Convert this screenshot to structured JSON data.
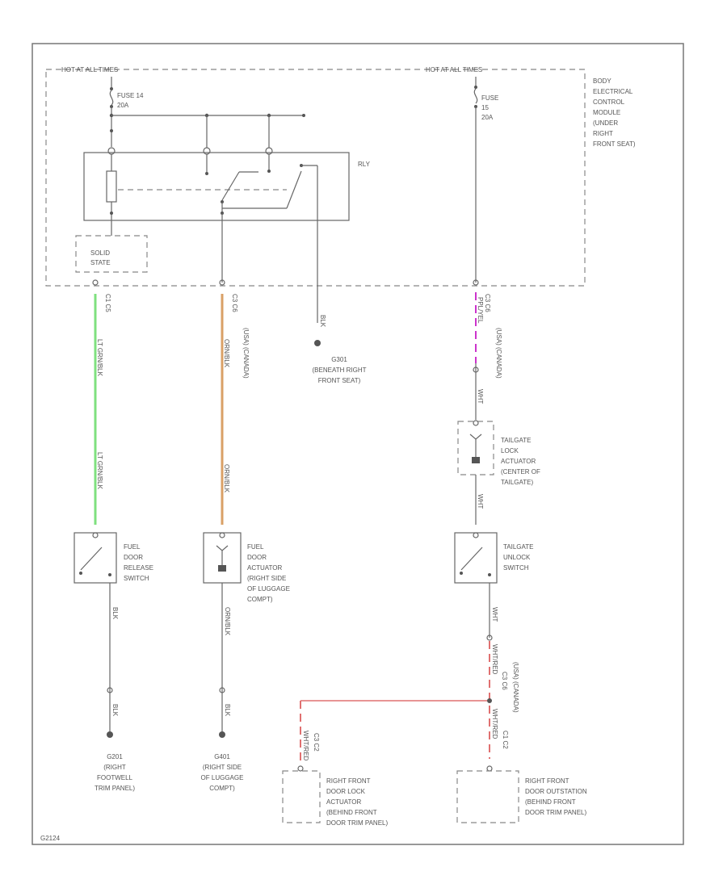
{
  "header": {
    "hot_left": "HOT AT ALL TIMES",
    "hot_right": "HOT AT ALL TIMES"
  },
  "module": {
    "label": [
      "BODY",
      "ELECTRICAL",
      "CONTROL",
      "MODULE",
      "(UNDER",
      "RIGHT",
      "FRONT SEAT)"
    ]
  },
  "fuses": {
    "left": [
      "FUSE 14",
      "20A"
    ],
    "right": [
      "FUSE",
      "15",
      "20A"
    ]
  },
  "relay": {
    "label": "RLY"
  },
  "solid_state": {
    "label": [
      "SOLID",
      "STATE"
    ]
  },
  "wires": {
    "w1_connector": "C1 C5",
    "w1_color": "LT GRN/BLK",
    "w1_color2": "LT GRN/BLK",
    "w2_connector": "C3 C6",
    "w2_color": "ORN/BLK",
    "w2_code": "(USA) (CANADA)",
    "w2_color2": "ORN/BLK",
    "w3_color": "BLK",
    "w4_connector": "C3 C6",
    "w4_color": "PPL/YEL",
    "w4_code": "(USA) (CANADA)",
    "w4_color2": "WHT",
    "w4_color3": "WHT",
    "w5_color": "BLK",
    "w6_color": "ORN/BLK",
    "w7_color": "WHT",
    "w7_color2": "WHT/RED",
    "w7_connector": "C3 C6",
    "w7_code": "(USA) (CANADA)",
    "w8_color": "WHT/RED",
    "w8_connector": "C3 C2",
    "w9_color": "WHT/RED",
    "w9_connector": "C1 C2",
    "w5_color2": "BLK",
    "w6_color2": "BLK"
  },
  "grounds": {
    "g1": [
      "G301",
      "(BENEATH RIGHT",
      "FRONT SEAT)"
    ],
    "g2": [
      "G201",
      "(RIGHT",
      "FOOTWELL",
      "TRIM PANEL)"
    ],
    "g3": [
      "G401",
      "(RIGHT SIDE",
      "OF LUGGAGE",
      "COMPT)"
    ]
  },
  "components": {
    "tailgate_actuator": [
      "TAILGATE",
      "LOCK",
      "ACTUATOR",
      "(CENTER OF",
      "TAILGATE)"
    ],
    "fuel_release_switch": [
      "FUEL",
      "DOOR",
      "RELEASE",
      "SWITCH"
    ],
    "fuel_actuator": [
      "FUEL",
      "DOOR",
      "ACTUATOR",
      "(RIGHT SIDE",
      "OF LUGGAGE",
      "COMPT)"
    ],
    "tailgate_switch": [
      "TAILGATE",
      "UNLOCK",
      "SWITCH"
    ],
    "rf_lock_actuator": [
      "RIGHT FRONT",
      "DOOR LOCK",
      "ACTUATOR",
      "(BEHIND FRONT",
      "DOOR TRIM PANEL)"
    ],
    "rf_key_switch": [
      "RIGHT FRONT",
      "DOOR OUTSTATION",
      "(BEHIND FRONT",
      "DOOR TRIM PANEL)"
    ]
  },
  "footer": {
    "id": "G2124"
  },
  "colors": {
    "lt_grn": "#7fe07f",
    "orange": "#d9a066",
    "purple": "#cc33cc",
    "red": "#e07070"
  }
}
